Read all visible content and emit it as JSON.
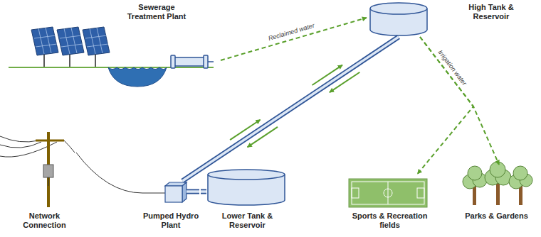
{
  "diagram": {
    "nodes": [
      {
        "text": [
          "Sewerage Treatment Plant"
        ]
      },
      {
        "text": [
          "High Tank & Reservoir"
        ]
      },
      {
        "text": [
          "Network Connection"
        ]
      },
      {
        "text": [
          "Pumped Hydro Plant"
        ]
      },
      {
        "text": [
          "Lower Tank & Reservoir"
        ]
      },
      {
        "text": [
          "Sports & Recreation fields"
        ]
      },
      {
        "text": [
          "Parks & Gardens"
        ]
      }
    ],
    "edges": [
      {
        "from": 0,
        "to": 1,
        "label": "Reclaimed water",
        "arrow": "to"
      },
      {
        "from": 3,
        "to": 1,
        "arrow": "both"
      },
      {
        "from": 1,
        "to": 5,
        "label": "Irrigation water",
        "arrow": "to"
      },
      {
        "from": 1,
        "to": 6,
        "arrow": "to"
      },
      {
        "from": 2,
        "to": 3,
        "arrow": "none"
      },
      {
        "from": 3,
        "to": 4,
        "arrow": "none"
      }
    ]
  }
}
